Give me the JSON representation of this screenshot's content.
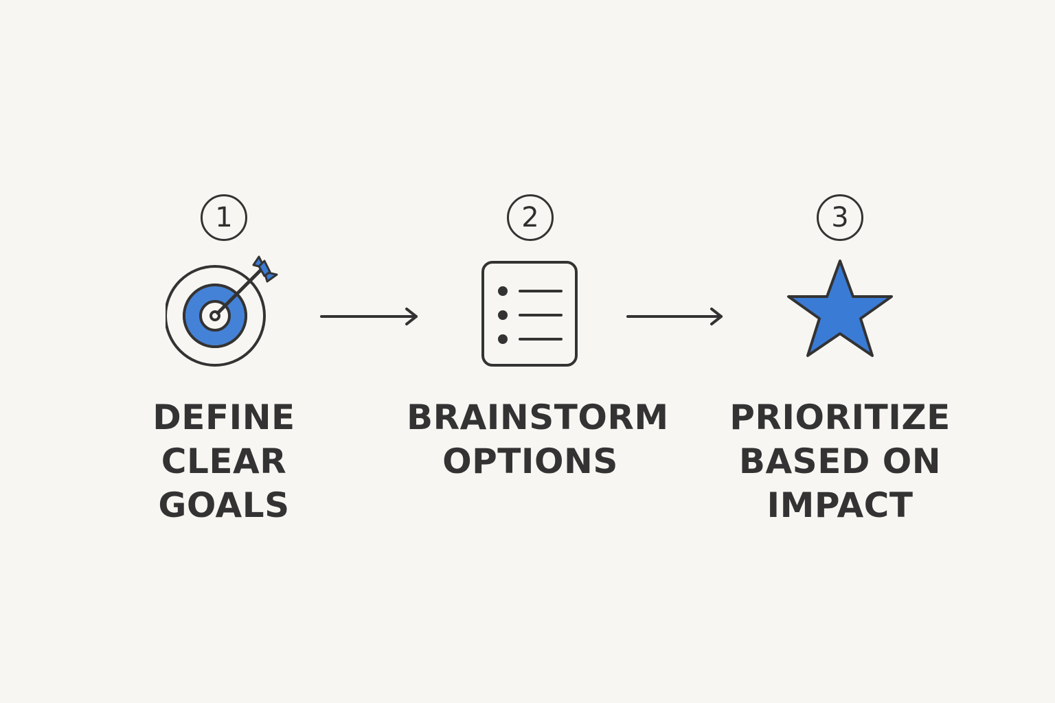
{
  "colors": {
    "background": "#f7f6f2",
    "ink": "#333333",
    "accent": "#3a7bd5"
  },
  "steps": [
    {
      "number": "1",
      "icon": "target-with-arrow-icon",
      "label_lines": [
        "DEFINE",
        "CLEAR GOALS"
      ]
    },
    {
      "number": "2",
      "icon": "checklist-icon",
      "label_lines": [
        "BRAINSTORM",
        "OPTIONS"
      ]
    },
    {
      "number": "3",
      "icon": "star-icon",
      "label_lines": [
        "PRIORITIZE",
        "BASED ON",
        "IMPACT"
      ]
    }
  ],
  "connectors": [
    "right-arrow-icon",
    "right-arrow-icon"
  ]
}
